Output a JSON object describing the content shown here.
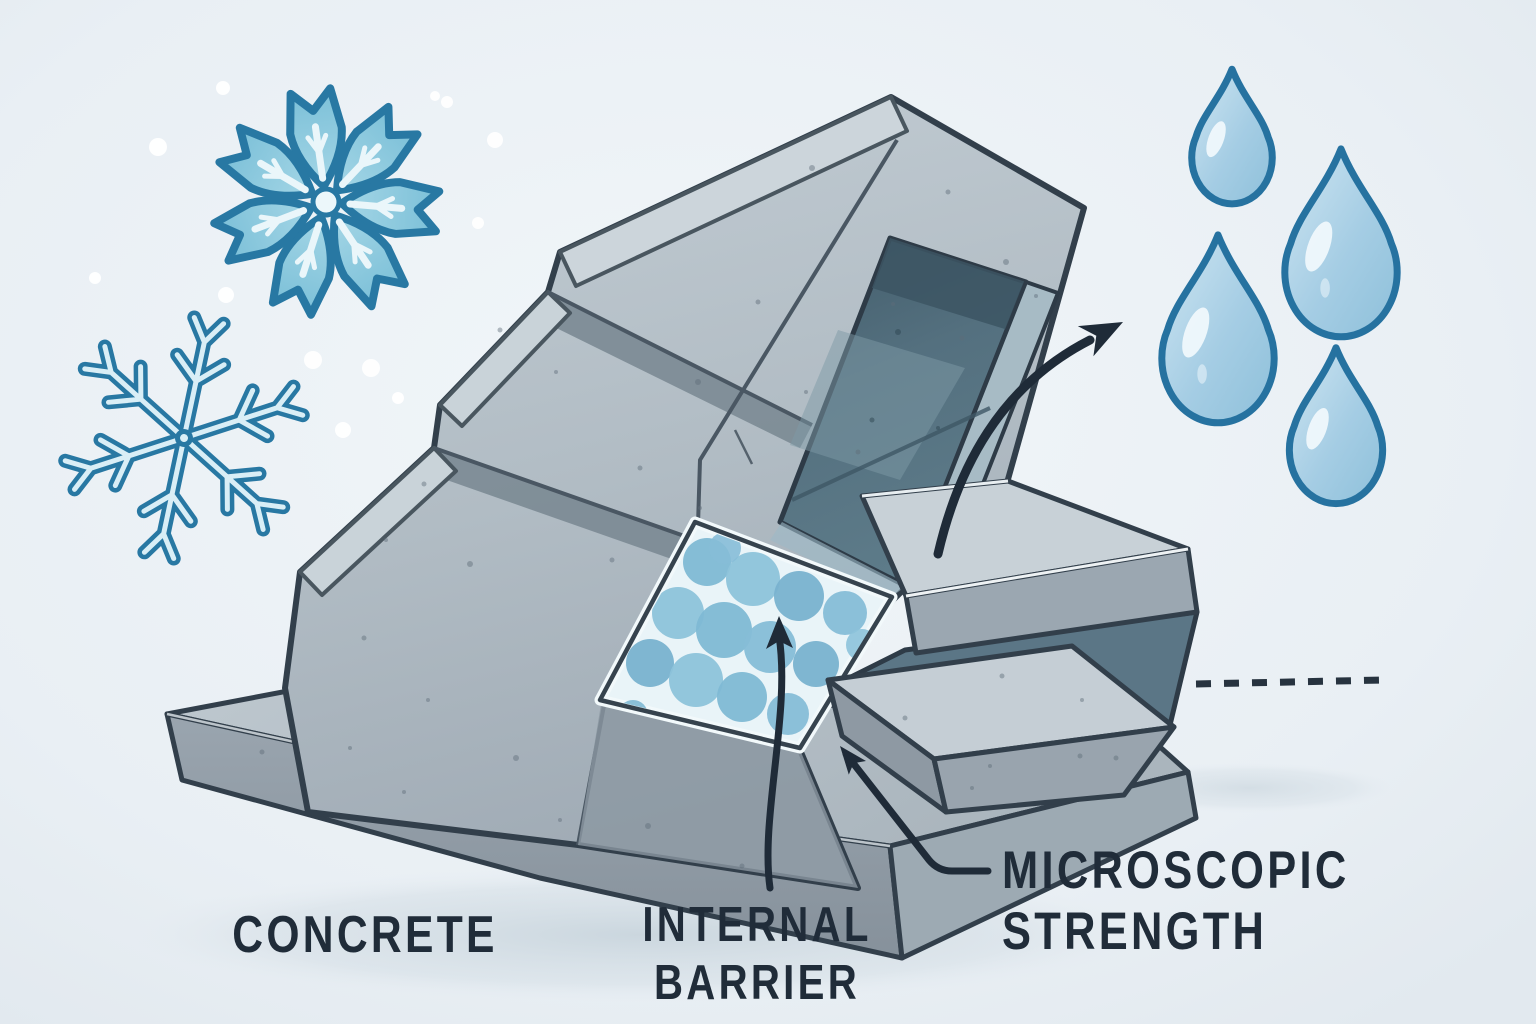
{
  "title": "Concrete internal barrier freeze-thaw illustration",
  "labels": {
    "concrete": "CONCRETE",
    "internal_barrier_line1": "INTERNAL",
    "internal_barrier_line2": "BARRIER",
    "microscopic_strength_line1": "MICROSCOPIC",
    "microscopic_strength_line2": "STRENGTH"
  },
  "icons": {
    "snowflake-icon": "❄",
    "water-drop-icon": "💧",
    "escape-arrow-icon": "➚",
    "pointer-arrow-icon": "↑",
    "dashed-line-icon": "╌"
  },
  "scene": {
    "snowflake_count": 2,
    "water_drop_count": 4,
    "snow_dot_count": 12,
    "label_count": 3
  },
  "colors": {
    "background": "#e9eff4",
    "concrete_light": "#c2ccd3",
    "concrete_mid": "#a6b1ba",
    "concrete_dark": "#8e99a3",
    "cavity": "#54707f",
    "honeycomb_cell": "#84bcd7",
    "honeycomb_mortar": "#e9f4f8",
    "ink": "#1f2b38",
    "snowflake_stroke": "#2878a3",
    "snowflake_fill": "#8ecadf",
    "water_drop_stroke": "#2672a0",
    "water_drop_fill": "#a9cfe3"
  }
}
